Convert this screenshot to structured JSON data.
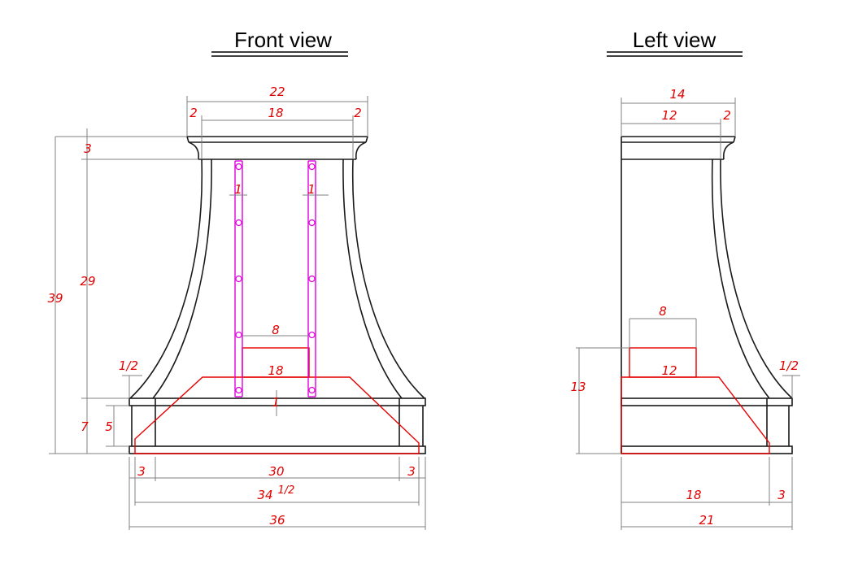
{
  "views": {
    "front": {
      "title": "Front view"
    },
    "left": {
      "title": "Left view"
    }
  },
  "front_dimensions": {
    "overall_top_width": "22",
    "top_margin_left": "2",
    "top_inner_width": "18",
    "top_margin_right": "2",
    "crown_height": "3",
    "body_height": "29",
    "overall_height": "39",
    "strap_width_left": "1",
    "strap_width_right": "1",
    "insert_width": "8",
    "insert_bottom_width": "18",
    "base_step": "1/2",
    "band_height": "5",
    "band_total_height": "7",
    "band_thickness": "1",
    "base_margin_left": "3",
    "base_inner_width": "30",
    "base_margin_right": "3",
    "base_width_mid": "34",
    "base_width_mid_fraction": "1/2",
    "base_width_total": "36"
  },
  "left_dimensions": {
    "overall_top_depth": "14",
    "top_inner_depth": "12",
    "top_margin_right": "2",
    "insert_depth": "8",
    "insert_bottom_depth": "12",
    "insert_height": "13",
    "base_step": "1/2",
    "base_inner_depth": "18",
    "base_margin_right": "3",
    "base_depth_total": "21"
  },
  "colors": {
    "outline": "#1a1a1a",
    "dimension_text": "#e00000",
    "insert": "#e60000",
    "straps": "#e000e0"
  }
}
